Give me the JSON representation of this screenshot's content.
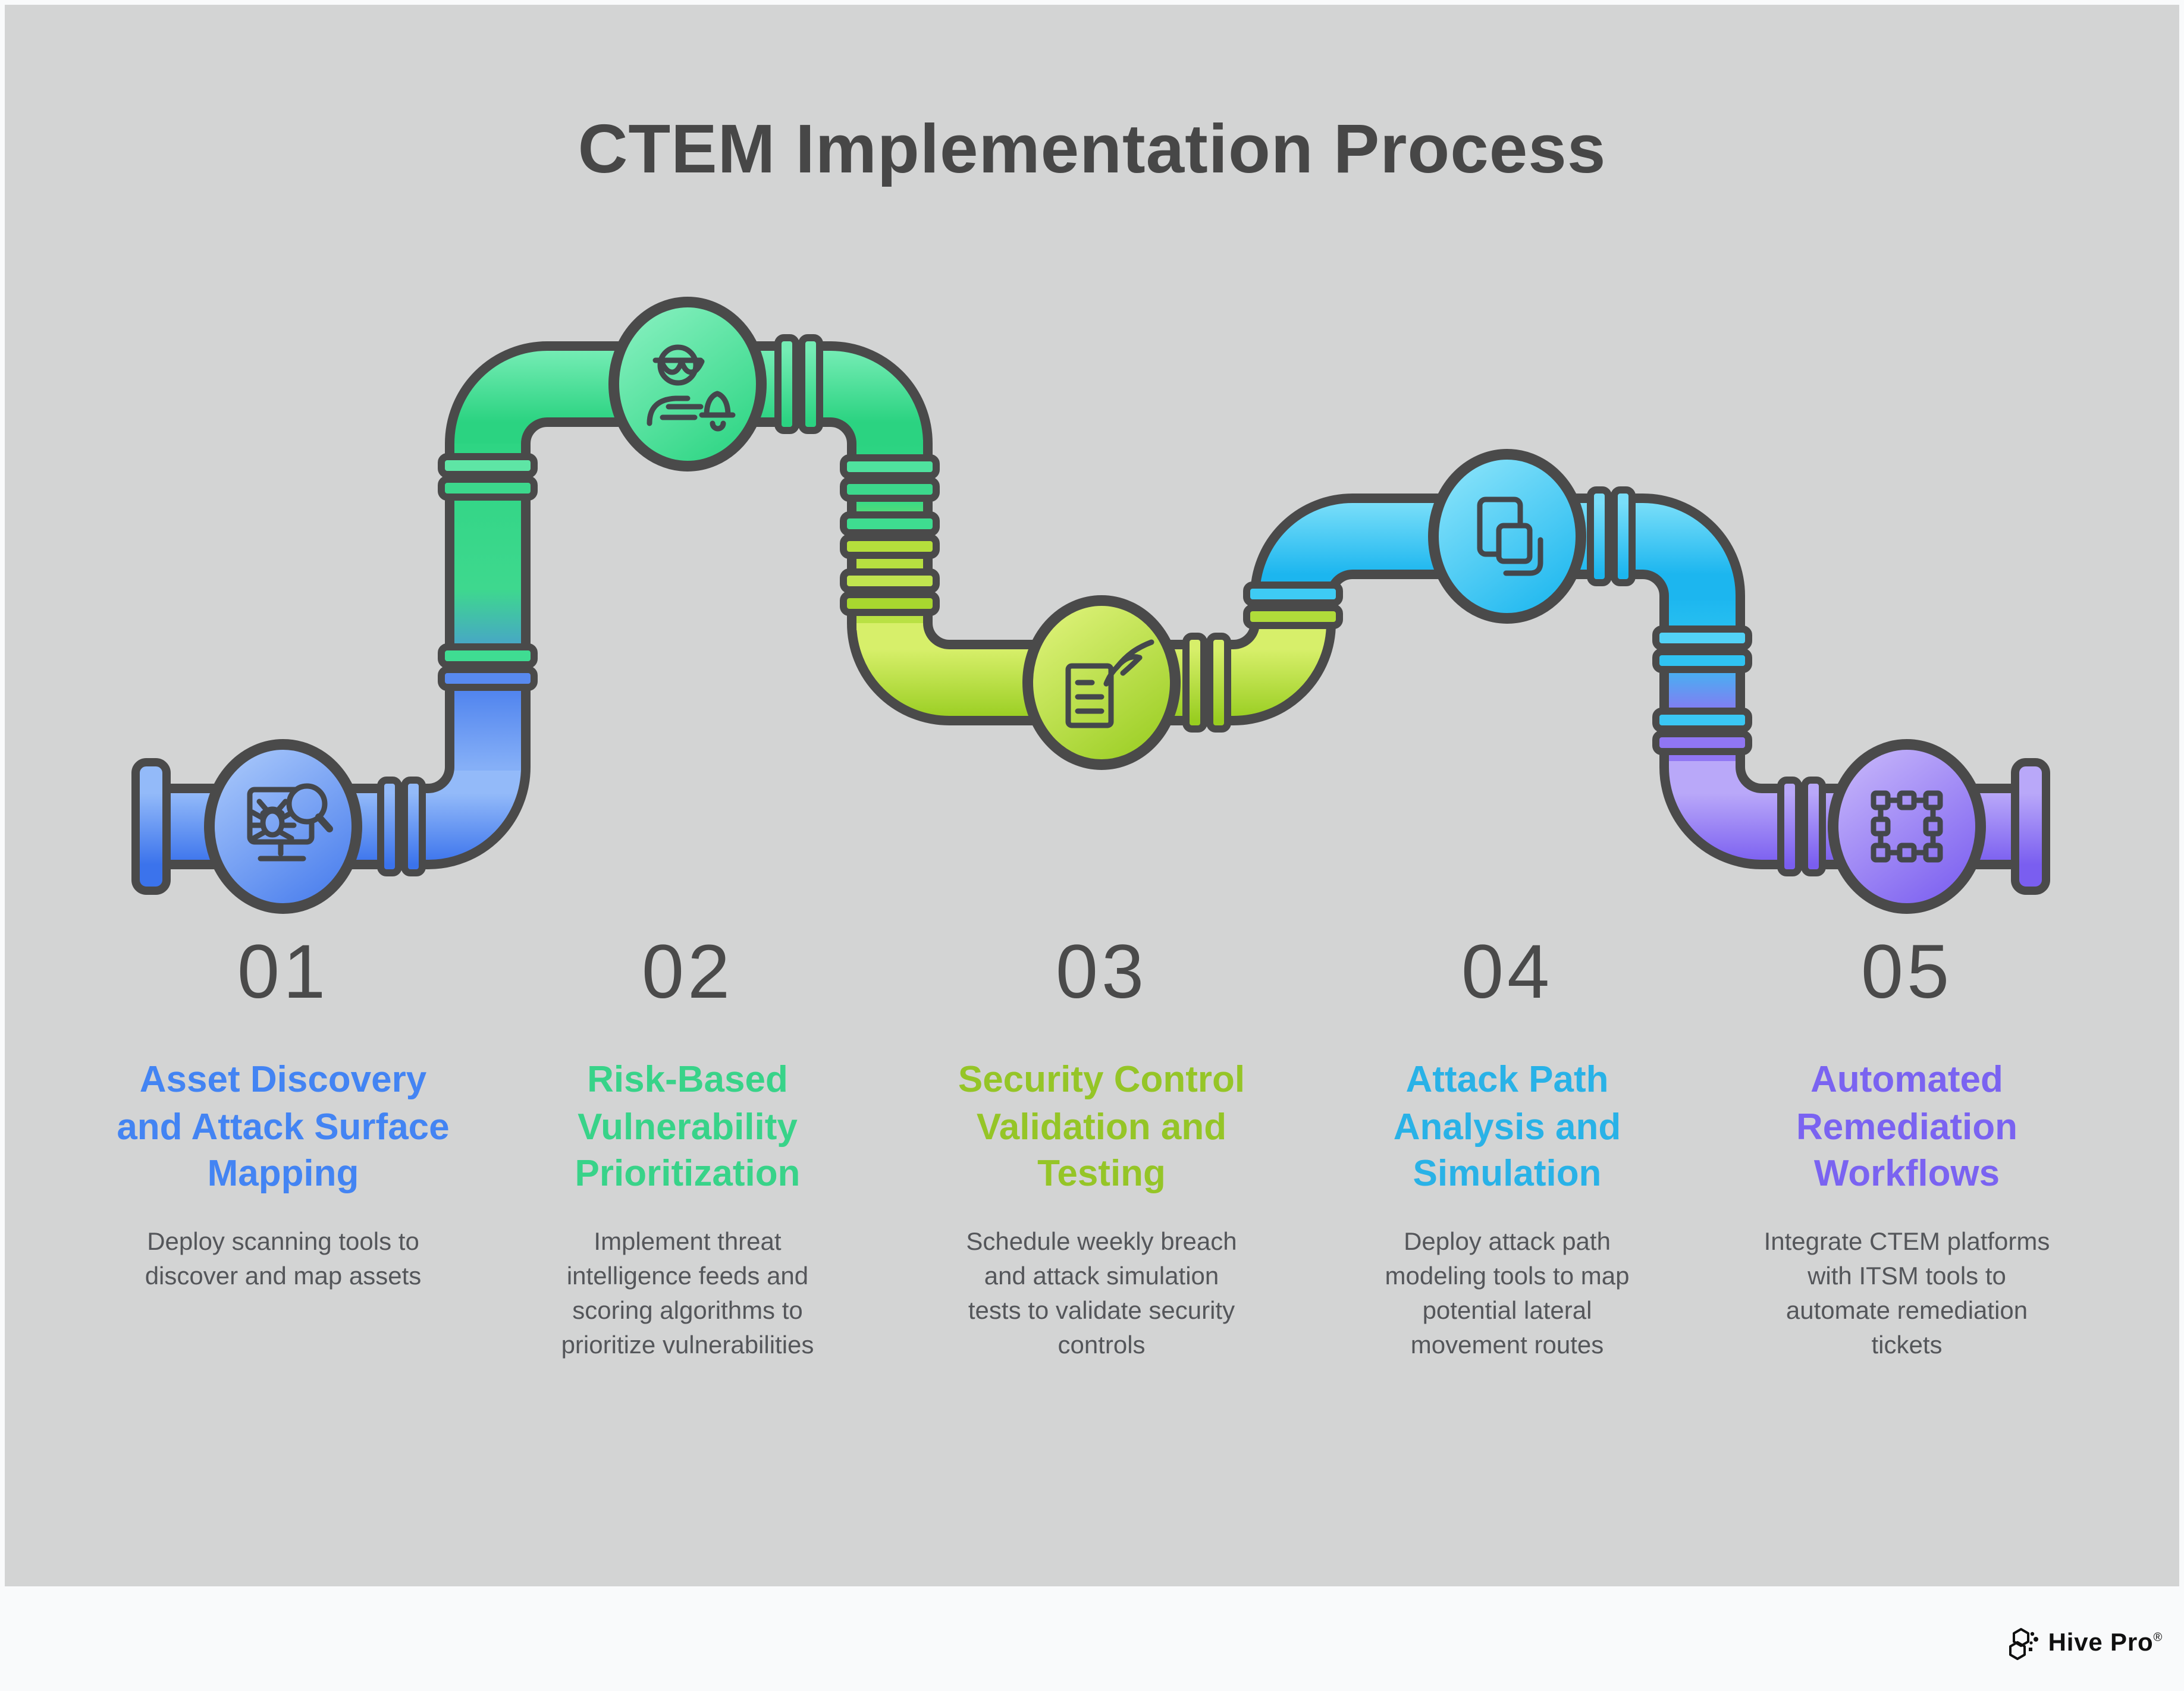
{
  "title": "CTEM Implementation Process",
  "steps": [
    {
      "number": "01",
      "title": "Asset Discovery and Attack Surface Mapping",
      "description": "Deploy scanning tools to discover and map assets",
      "accent": "#4384f3",
      "icon": "monitor-bug-scan-icon"
    },
    {
      "number": "02",
      "title": "Risk-Based Vulnerability Prioritization",
      "description": "Implement threat intelligence feeds and scoring algorithms to prioritize vulnerabilities",
      "accent": "#38d389",
      "icon": "analyst-alert-icon"
    },
    {
      "number": "03",
      "title": "Security Control Validation and Testing",
      "description": "Schedule weekly breach and attack simulation tests to validate security controls",
      "accent": "#95c527",
      "icon": "hand-document-icon"
    },
    {
      "number": "04",
      "title": "Attack Path Analysis and Simulation",
      "description": "Deploy attack path modeling tools to map potential lateral movement routes",
      "accent": "#29b2e7",
      "icon": "overlapping-squares-icon"
    },
    {
      "number": "05",
      "title": "Automated Remediation Workflows",
      "description": "Integrate CTEM platforms with ITSM tools to automate remediation tickets",
      "accent": "#7a63f1",
      "icon": "chip-patch-icon"
    }
  ],
  "brand": {
    "name": "Hive Pro",
    "registered": "®"
  },
  "colors": {
    "background_panel": "#d3d4d4",
    "page": "#f9fafb",
    "pipe_outline": "#4a4a4a",
    "pipe_blue": "#4a7eed",
    "pipe_green": "#2ed583",
    "pipe_yellow_green": "#9bce24",
    "pipe_cyan": "#1db7ef",
    "pipe_purple": "#7c60f0",
    "number_text": "#4a4a4a",
    "body_text": "#54565a",
    "title_text": "#474747"
  }
}
